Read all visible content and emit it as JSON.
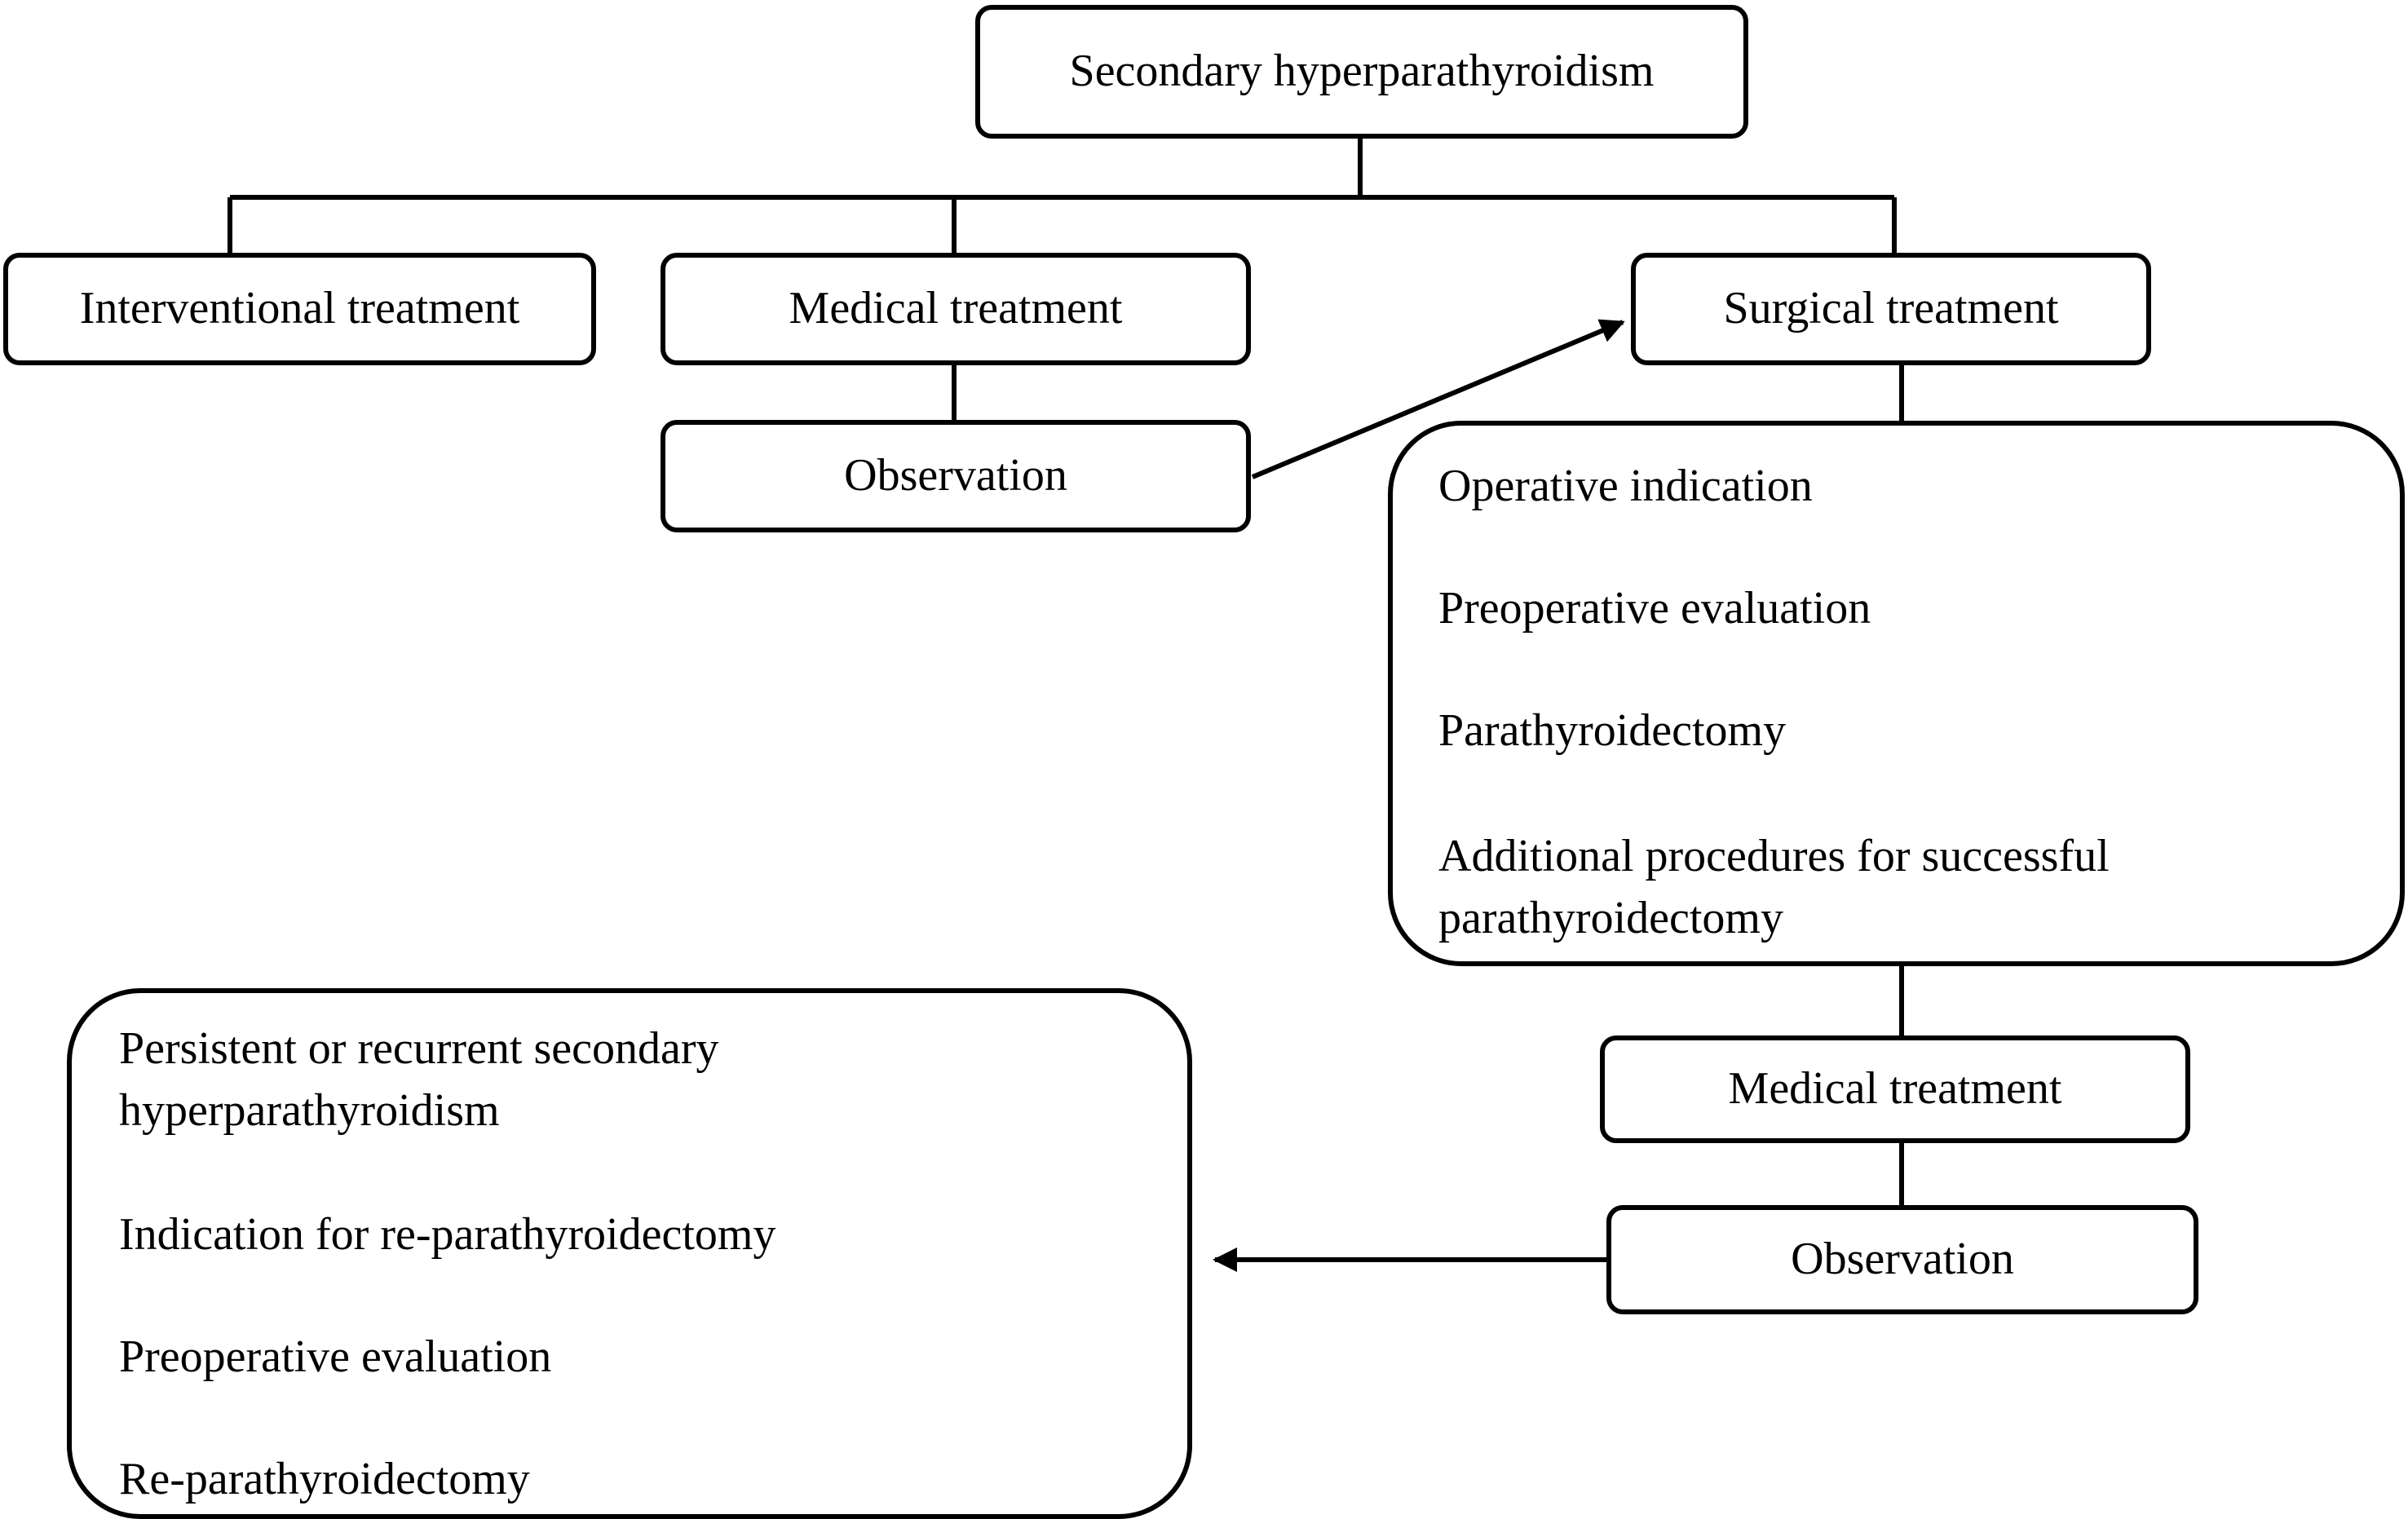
{
  "diagram": {
    "root": {
      "label": "Secondary hyperparathyroidism"
    },
    "branches": {
      "interventional": {
        "label": "Interventional treatment"
      },
      "medical": {
        "label": "Medical treatment"
      },
      "medical_observation": {
        "label": "Observation"
      },
      "surgical": {
        "label": "Surgical treatment"
      }
    },
    "surgical_panel": {
      "items": [
        "Operative indication",
        "Preoperative evaluation",
        "Parathyroidectomy",
        "Additional procedures for successful\nparathyroidectomy"
      ]
    },
    "post_surgical": {
      "medical": {
        "label": "Medical treatment"
      },
      "observation": {
        "label": "Observation"
      }
    },
    "reoperation_panel": {
      "items": [
        "Persistent or recurrent secondary\nhyperparathyroidism",
        "Indication for re-parathyroidectomy",
        "Preoperative evaluation",
        "Re-parathyroidectomy"
      ]
    },
    "colors": {
      "line": "#000000",
      "box_fill": "#ffffff",
      "background": "#ffffff"
    }
  }
}
